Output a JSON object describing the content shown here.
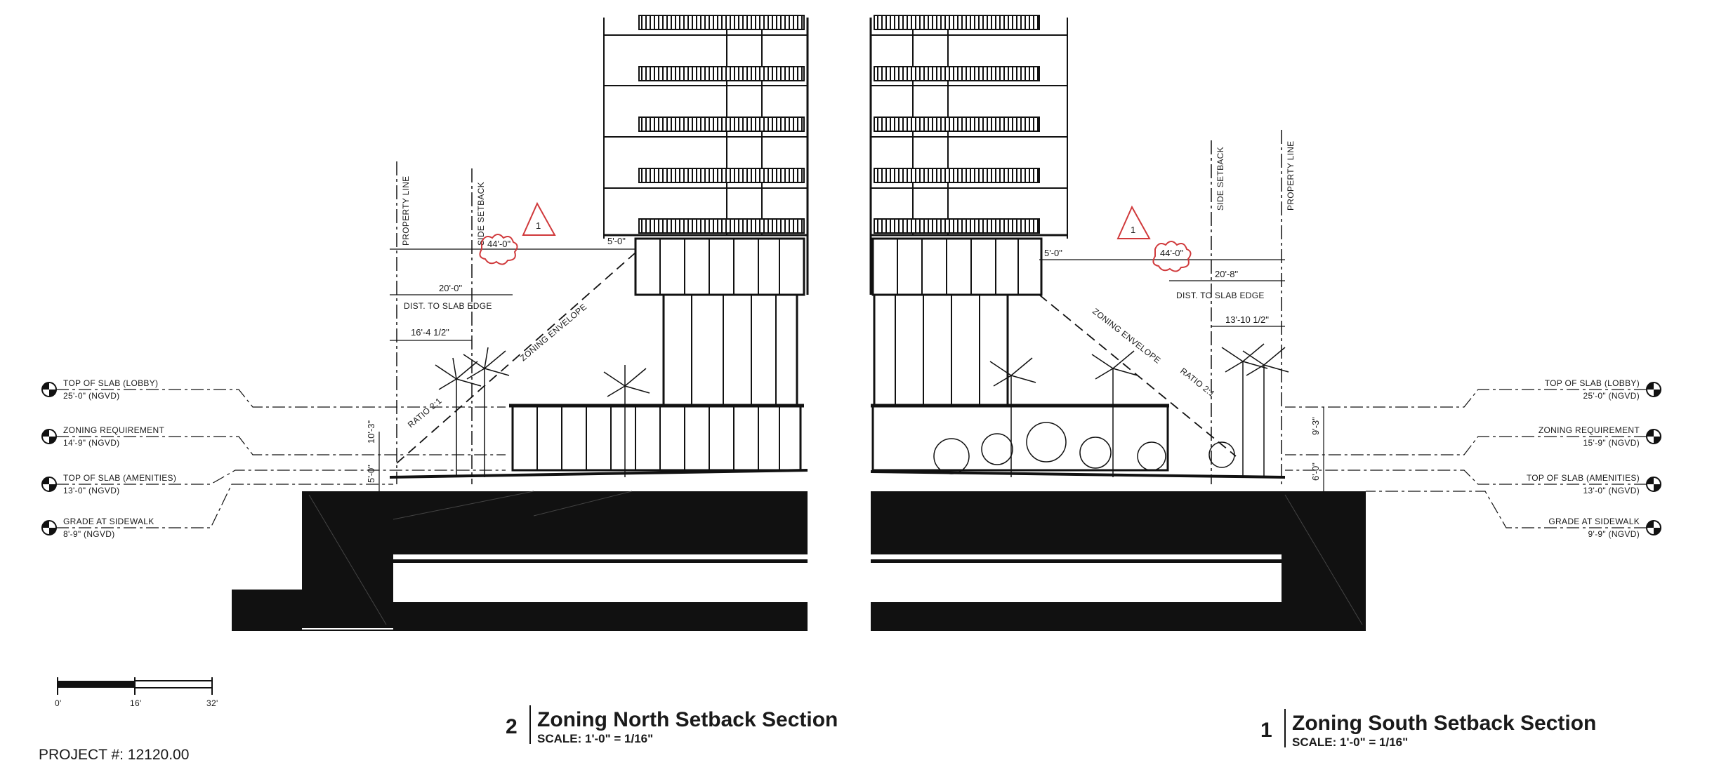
{
  "labels": {
    "property_line": "PROPERTY LINE",
    "side_setback": "SIDE SETBACK",
    "zoning_envelope": "ZONING ENVELOPE",
    "ratio": "RATIO 2:1",
    "dist_to_slab_edge": "DIST. TO SLAB EDGE",
    "revision_mark": "1"
  },
  "left_section": {
    "number": "2",
    "title": "Zoning North Setback Section",
    "scale": "SCALE: 1'-0\" = 1/16\"",
    "dims": {
      "rev_cloud": "44'-0\"",
      "tower_offset": "5'-0\"",
      "slab_edge": "20'-0\"",
      "setback": "16'-4 1/2\"",
      "vert_upper": "10'-3\"",
      "vert_lower": "5'-0\""
    },
    "levels": [
      {
        "name": "TOP OF SLAB (LOBBY)",
        "elev": "25'-0\" (NGVD)"
      },
      {
        "name": "ZONING REQUIREMENT",
        "elev": "14'-9\" (NGVD)"
      },
      {
        "name": "TOP OF SLAB (AMENITIES)",
        "elev": "13'-0\" (NGVD)"
      },
      {
        "name": "GRADE AT SIDEWALK",
        "elev": "8'-9\" (NGVD)"
      }
    ]
  },
  "right_section": {
    "number": "1",
    "title": "Zoning South Setback Section",
    "scale": "SCALE: 1'-0\" = 1/16\"",
    "dims": {
      "rev_cloud": "44'-0\"",
      "tower_offset": "5'-0\"",
      "slab_edge": "20'-8\"",
      "setback": "13'-10 1/2\"",
      "vert_upper": "9'-3\"",
      "vert_lower": "6'-0\""
    },
    "levels": [
      {
        "name": "TOP OF SLAB (LOBBY)",
        "elev": "25'-0\" (NGVD)"
      },
      {
        "name": "ZONING REQUIREMENT",
        "elev": "15'-9\" (NGVD)"
      },
      {
        "name": "TOP OF SLAB (AMENITIES)",
        "elev": "13'-0\" (NGVD)"
      },
      {
        "name": "GRADE AT SIDEWALK",
        "elev": "9'-9\" (NGVD)"
      }
    ]
  },
  "scale_bar": {
    "ticks": [
      "0'",
      "16'",
      "32'"
    ]
  },
  "project": "PROJECT #: 12120.00",
  "colors": {
    "ink": "#111111",
    "revision": "#d0393b",
    "grey": "#999999"
  }
}
